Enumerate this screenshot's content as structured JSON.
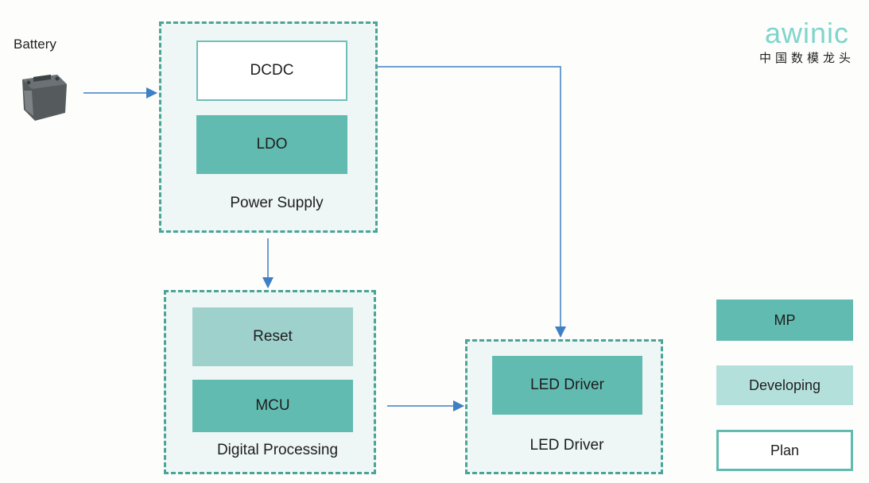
{
  "source": {
    "label": "Battery",
    "icon": "car-battery-icon"
  },
  "logo": {
    "brand": "awinic",
    "tagline": "中国数模龙头"
  },
  "groups": {
    "power_supply": {
      "label": "Power Supply",
      "blocks": [
        {
          "label": "DCDC",
          "status": "Plan"
        },
        {
          "label": "LDO",
          "status": "MP"
        }
      ]
    },
    "digital_processing": {
      "label": "Digital Processing",
      "blocks": [
        {
          "label": "Reset",
          "status": "Developing"
        },
        {
          "label": "MCU",
          "status": "MP"
        }
      ]
    },
    "led_driver": {
      "label": "LED Driver",
      "blocks": [
        {
          "label": "LED Driver",
          "status": "MP"
        }
      ]
    }
  },
  "connections": [
    {
      "from": "Battery",
      "to": "Power Supply"
    },
    {
      "from": "Power Supply",
      "to": "Digital Processing"
    },
    {
      "from": "DCDC",
      "to": "LED Driver"
    },
    {
      "from": "Digital Processing",
      "to": "LED Driver"
    }
  ],
  "legend": [
    {
      "label": "MP",
      "color": "#62bbb1"
    },
    {
      "label": "Developing",
      "color": "#b4e0dc"
    },
    {
      "label": "Plan",
      "color": "#ffffff"
    }
  ],
  "colors": {
    "accent": "#4aa597",
    "arrow": "#3f7fc4"
  }
}
